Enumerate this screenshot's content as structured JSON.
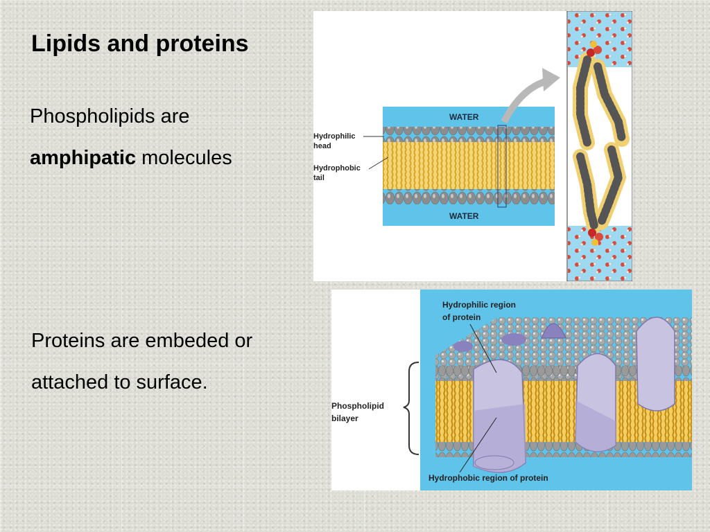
{
  "slide": {
    "title": "Lipids and proteins",
    "para1": {
      "text": "Phospholipids are",
      "bold": "amphipatic",
      "rest": " molecules"
    },
    "para2": {
      "line1": "Proteins are embeded or",
      "line2": "attached to surface."
    }
  },
  "figure1": {
    "water_top": "WATER",
    "water_bottom": "WATER",
    "head_label_1": "Hydrophilic",
    "head_label_2": "head",
    "tail_label_1": "Hydrophobic",
    "tail_label_2": "tail"
  },
  "figure2": {
    "region_top_1": "Hydrophilic region",
    "region_top_2": "of protein",
    "bilayer_1": "Phospholipid",
    "bilayer_2": "bilayer",
    "region_bottom": "Hydrophobic region of protein"
  }
}
